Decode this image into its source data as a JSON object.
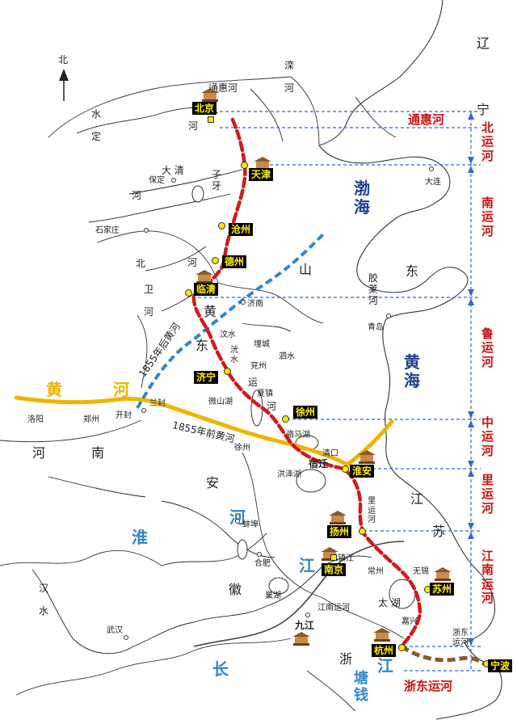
{
  "north_arrow": {
    "label": "北",
    "icon": "north-arrow-icon"
  },
  "colors": {
    "canal": "#d11a1a",
    "rivers": "#2f88c8",
    "yellow_river": "#f0b400",
    "guides": "#2a6bd1",
    "zhedong": "#8b5a2b",
    "city_label_bg": "#000000",
    "city_label_text": "#ffef00"
  },
  "seas": {
    "bohai": "渤\n海",
    "huanghai": "黄\n海"
  },
  "canal_cities": {
    "beijing": "北京",
    "tianjin": "天津",
    "cangzhou": "沧州",
    "dezhou": "德州",
    "linqing": "临清",
    "jining": "济宁",
    "xuzhou": "徐州",
    "huaian": "淮安",
    "yangzhou": "扬州",
    "nanjing": "南京",
    "suzhou": "苏州",
    "hangzhou": "杭州",
    "ningbo": "宁波"
  },
  "places": {
    "baoding": "保定",
    "shijiazhuang": "石家庄",
    "dalian": "大连",
    "jinan": "济南",
    "qingdao": "青岛",
    "yanzhou": "兖州",
    "xiazhen": "夏镇",
    "luoyang": "洛阳",
    "zhengzhou": "郑州",
    "kaifeng": "开封",
    "lankao": "兰封",
    "xuzhou2": "徐州",
    "suqian": "宿迁",
    "qingkou": "清口",
    "bengbu": "蚌埠",
    "hefei": "合肥",
    "zhenjiang": "镇江",
    "changzhou": "常州",
    "wuxi": "无锡",
    "jiaxing": "嘉兴",
    "wuhan": "武汉",
    "jiujiang": "九江"
  },
  "geo_labels": {
    "liao": "辽",
    "ning": "宁",
    "luan_river": "滦\n\n河",
    "yongding_river": "水\n\n定",
    "he_a": "河",
    "tonghui": "通惠河",
    "bei_yunhe": "北\n运\n河",
    "daqinghe": "大 清",
    "ziya": "子\n牙",
    "he_b": "河",
    "nanyunhe": "南\n\n运\n\n河",
    "beihe": "北",
    "weihe": "卫\n\n河",
    "he_c": "河",
    "shan": "山",
    "huang": "黄",
    "dong_a": "东",
    "jiaolai": "胶\n莱\n河",
    "dong_b": "东",
    "wenshui": "汶水",
    "sishui": "泗水",
    "xishui": "洸\n水",
    "yicheng": "埋城",
    "dong_c": "东",
    "yun": "运",
    "he_d": "河",
    "weishan": "微山湖",
    "luoma": "骆马湖",
    "hongze": "洪泽湖",
    "huanghe_1855_after": "1855年后黄河",
    "huanghe_1855_before": "1855年前黄河",
    "henan_he": "河",
    "henan_nan": "南",
    "anhui_an": "安",
    "anhui_hui": "徽",
    "jiangsu_jiang": "江",
    "jiangsu_su": "苏",
    "liyunhe": "里\n运\n河",
    "chaohu": "巢湖",
    "taihu": "太 湖",
    "jiangnan_canal": "江南运河",
    "han_river": "汉\n\n水",
    "zhedong_ship": "浙东\n运河",
    "zhe": "浙",
    "qiantang": "塘\n钱",
    "xiaocao": "浙东运河"
  },
  "rivers": {
    "huang_yellow": "黄",
    "he_yellow": "河",
    "huai": "淮",
    "he_blue": "河",
    "jiang_blue": "江",
    "chang_blue": "长",
    "jiang_blue2": "江"
  },
  "segments": {
    "tonghui": "通惠河",
    "bei": "北\n运\n河",
    "nan": "南\n运\n河",
    "lu": "鲁\n运\n河",
    "zhong": "中\n运\n河",
    "li": "里\n运\n河",
    "jiangnan": "江\n南\n运\n河",
    "zhedong": "浙东运河"
  }
}
